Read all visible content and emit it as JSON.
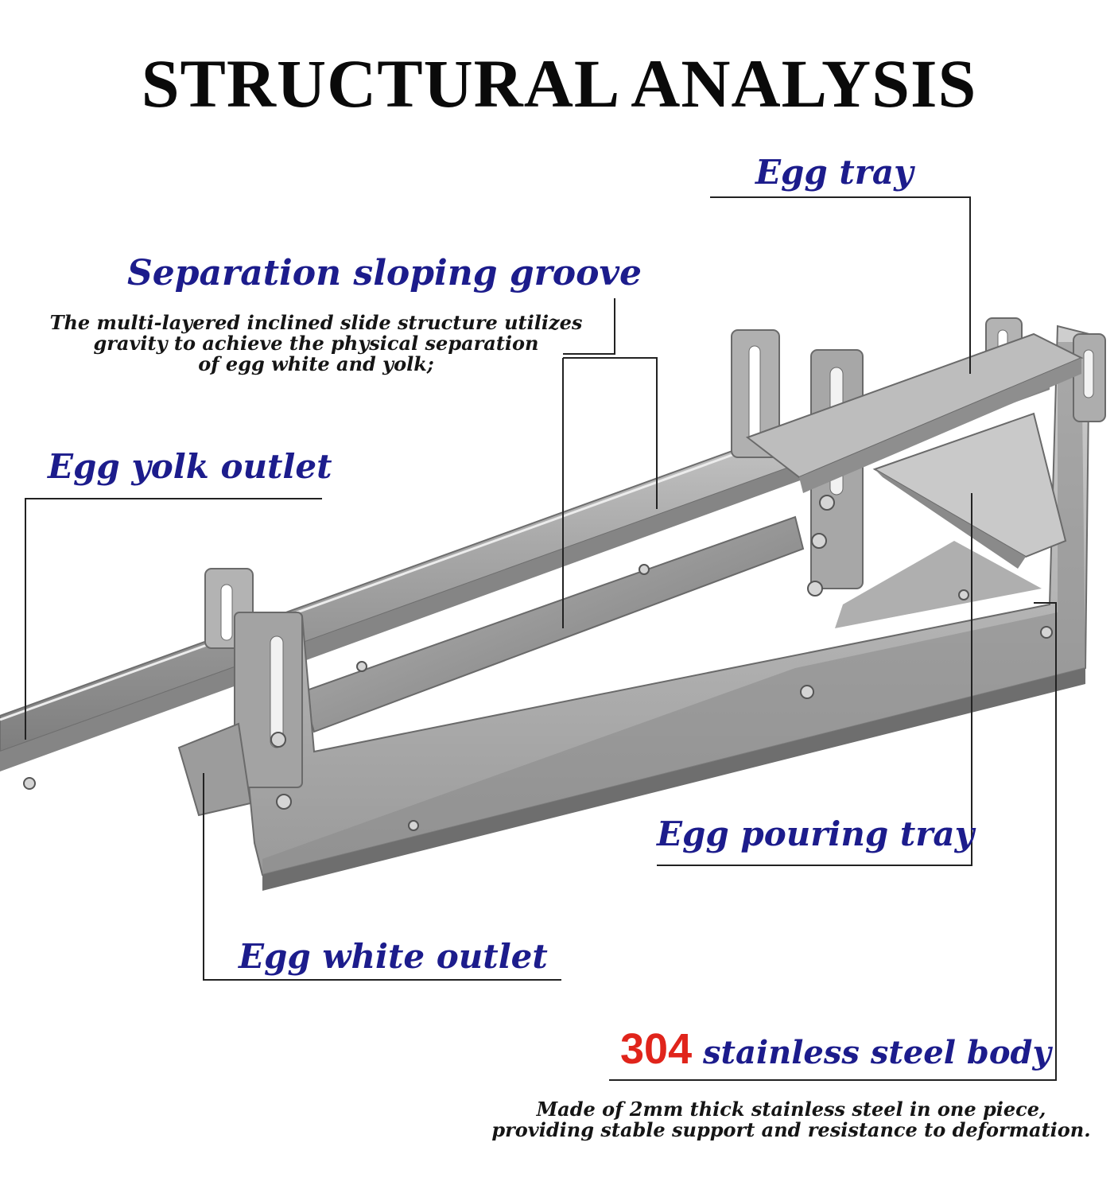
{
  "title": "STRUCTURAL ANALYSIS",
  "labels": {
    "egg_tray": "Egg tray",
    "separation_groove": "Separation sloping groove",
    "separation_desc": [
      "The multi-layered inclined slide structure utilizes",
      "gravity to achieve the physical separation",
      "of egg white and yolk;"
    ],
    "egg_yolk_outlet": "Egg yolk outlet",
    "egg_pouring_tray": "Egg pouring tray",
    "egg_white_outlet": "Egg white outlet",
    "body_number": "304",
    "body_label": " stainless steel body",
    "body_desc": [
      "Made of 2mm thick stainless steel in one piece,",
      "providing stable support and resistance to deformation."
    ]
  },
  "colors": {
    "label_blue": "#1c1c8c",
    "accent_red": "#e0241b",
    "steel": "#a9a9a9"
  }
}
